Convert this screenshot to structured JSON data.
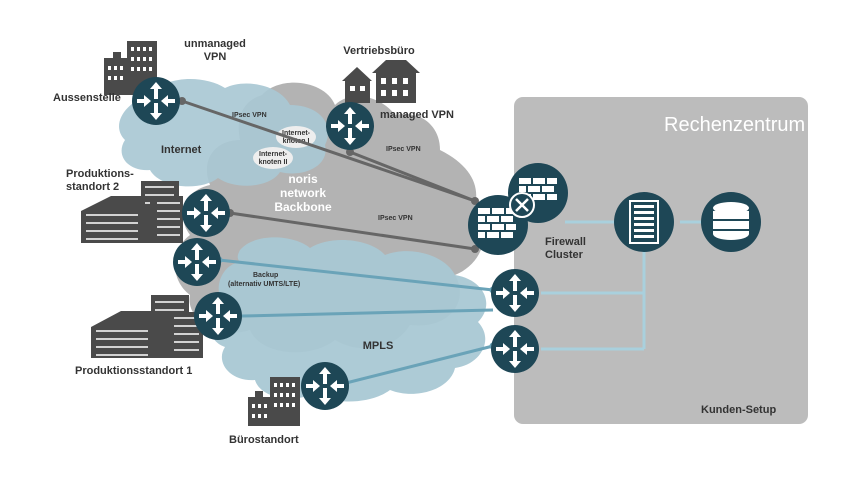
{
  "datacenter": {
    "title": "Rechenzentrum",
    "customer_setup": "Kunden-Setup",
    "firewall_line1": "Firewall",
    "firewall_line2": "Cluster"
  },
  "clouds": {
    "internet": "Internet",
    "backbone_line1": "noris",
    "backbone_line2": "network",
    "backbone_line3": "Backbone",
    "mpls": "MPLS"
  },
  "nodes": {
    "internet_node_1_line1": "Internet-",
    "internet_node_1_line2": "knoten I",
    "internet_node_2_line1": "Internet-",
    "internet_node_2_line2": "knoten II"
  },
  "sites": {
    "aussenstelle": "Aussenstelle",
    "unmanaged_line1": "unmanaged",
    "unmanaged_line2": "VPN",
    "vertriebsbuero": "Vertriebsbüro",
    "managed_vpn": "managed VPN",
    "produktion2_line1": "Produktions-",
    "produktion2_line2": "standort 2",
    "produktion1": "Produktionsstandort 1",
    "buerostandort": "Bürostandort"
  },
  "links": {
    "ipsec_1": "IPsec VPN",
    "ipsec_2": "IPsec VPN",
    "ipsec_3": "IPsec VPN",
    "backup_line1": "Backup",
    "backup_line2": "(alternativ UMTS/LTE)"
  },
  "colors": {
    "router": "#1e4756",
    "building": "#4a4a4a",
    "cloud_gray": "#b3b3b3",
    "cloud_blue": "#a9c8d4",
    "datacenter_bg": "#bcbcbc",
    "link_blue": "#6aa3b8",
    "link_gray": "#666666"
  }
}
